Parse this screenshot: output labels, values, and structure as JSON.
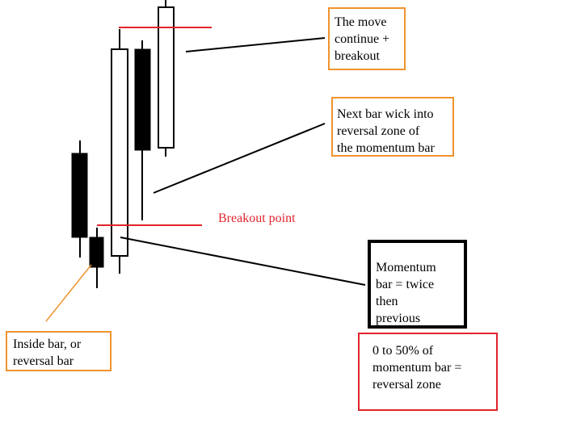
{
  "annotations": {
    "move_continue": "The move\ncontinue +\nbreakout",
    "next_bar_wick": "Next bar wick into\nreversal zone of\nthe momentum bar",
    "breakout_point": "Breakout point",
    "momentum_bar": "Momentum\nbar = twice\nthen\nprevious",
    "inside_bar": "Inside bar, or\nreversal bar",
    "reversal_zone": "0 to 50% of\nmomentum bar =\nreversal zone"
  },
  "colors": {
    "candle_bull": "#ffffff",
    "candle_bear": "#000000",
    "level_line": "#e0242c",
    "callout_line": "#000000",
    "inside_pointer": "#f0932c",
    "box_orange": "#f0932c",
    "box_red": "#e0242c"
  }
}
